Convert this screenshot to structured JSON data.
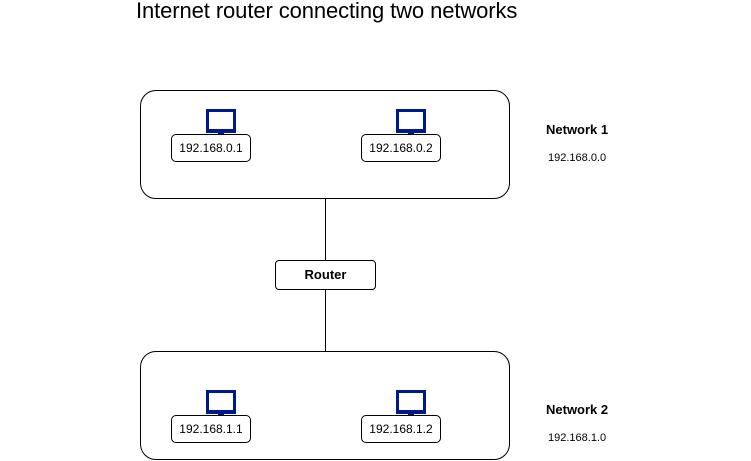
{
  "title": "Internet router connecting two networks",
  "router": {
    "label": "Router"
  },
  "networks": [
    {
      "name": "Network 1",
      "address": "192.168.0.0",
      "hosts": [
        {
          "ip": "192.168.0.1",
          "icon": "monitor-icon"
        },
        {
          "ip": "192.168.0.2",
          "icon": "monitor-icon"
        }
      ]
    },
    {
      "name": "Network 2",
      "address": "192.168.1.0",
      "hosts": [
        {
          "ip": "192.168.1.1",
          "icon": "monitor-icon"
        },
        {
          "ip": "192.168.1.2",
          "icon": "monitor-icon"
        }
      ]
    }
  ],
  "colors": {
    "icon": "#00188D",
    "stroke": "#000000",
    "background": "#FFFFFF"
  }
}
